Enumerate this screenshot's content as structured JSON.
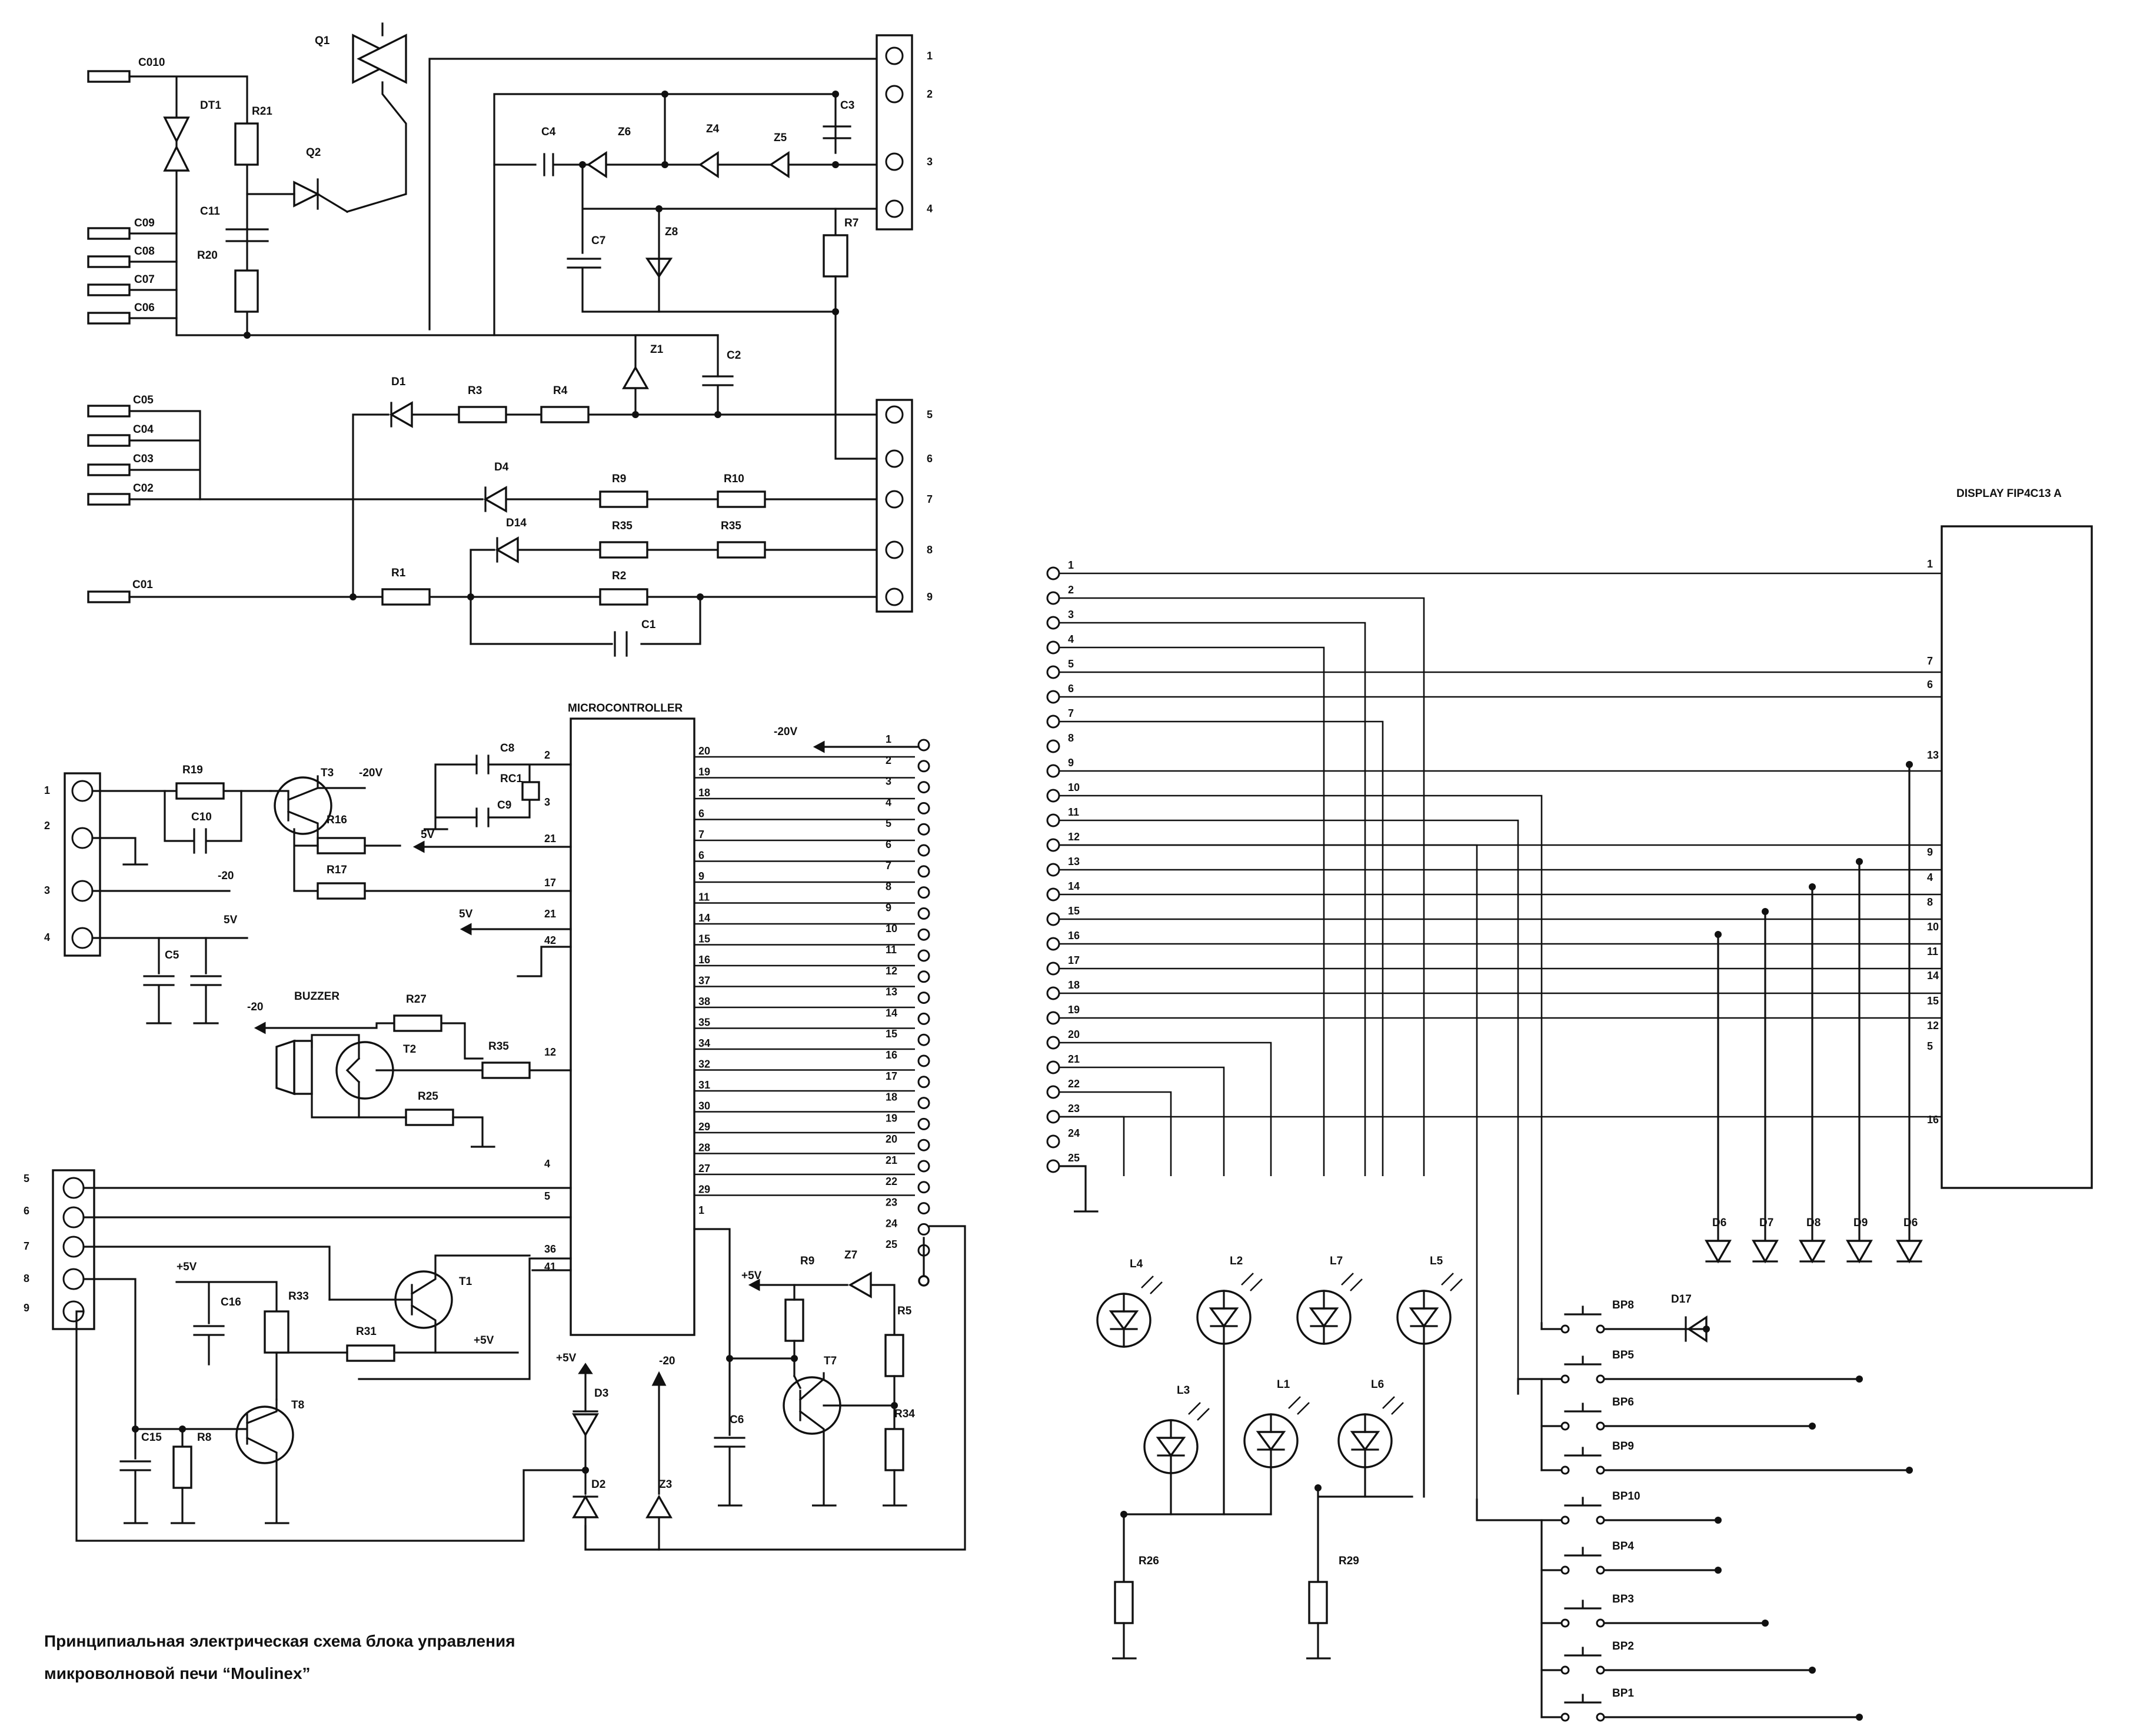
{
  "caption": {
    "line1": "Принципиальная электрическая схема блока управления",
    "line2": "микроволновой печи “Moulinex”"
  },
  "mcu": {
    "title": "MICROCONTROLLER",
    "left_pins": [
      "2",
      "3",
      "21",
      "17",
      "21",
      "42",
      "12",
      "4",
      "5",
      "36",
      "41"
    ],
    "right_pins": [
      "20",
      "19",
      "18",
      "6",
      "7",
      "6",
      "9",
      "11",
      "14",
      "15",
      "16",
      "37",
      "38",
      "35",
      "34",
      "32",
      "31",
      "30",
      "29",
      "28",
      "27",
      "29",
      "1"
    ]
  },
  "mcu_connector": {
    "pins": [
      "1",
      "2",
      "3",
      "4",
      "5",
      "6",
      "7",
      "8",
      "9",
      "10",
      "11",
      "12",
      "13",
      "14",
      "15",
      "16",
      "17",
      "18",
      "19",
      "20",
      "21",
      "22",
      "23",
      "24",
      "25"
    ]
  },
  "display": {
    "title": "DISPLAY FIP4C13 A",
    "pins": [
      "1",
      "7",
      "6",
      "13",
      "9",
      "4",
      "8",
      "10",
      "11",
      "14",
      "15",
      "12",
      "5",
      "16"
    ]
  },
  "left_connector": {
    "pins": [
      "1",
      "2",
      "3",
      "4",
      "5",
      "6",
      "7",
      "8",
      "9",
      "10",
      "11",
      "12",
      "13",
      "14",
      "15",
      "16",
      "17",
      "18",
      "19",
      "20",
      "21",
      "22",
      "23",
      "24",
      "25"
    ]
  },
  "power_connector": {
    "pins": [
      "1",
      "2",
      "3",
      "4",
      "5",
      "6",
      "7",
      "8",
      "9"
    ]
  },
  "mid_connector_a": {
    "pins": [
      "1",
      "2",
      "3",
      "4"
    ]
  },
  "mid_connector_b": {
    "pins": [
      "5",
      "6",
      "7",
      "8",
      "9"
    ]
  },
  "voltages": {
    "neg20": "-20V",
    "neg20b": "-20",
    "pos5": "5V",
    "pos5b": "+5V"
  },
  "labels": {
    "C010": "C010",
    "C09": "C09",
    "C08": "C08",
    "C07": "C07",
    "C06": "C06",
    "C05": "C05",
    "C04": "C04",
    "C03": "C03",
    "C02": "C02",
    "C01": "C01",
    "Q1": "Q1",
    "Q2": "Q2",
    "DT1": "DT1",
    "R21": "R21",
    "C11": "C11",
    "R20": "R20",
    "C3": "C3",
    "C4": "C4",
    "Z6": "Z6",
    "Z4": "Z4",
    "Z5": "Z5",
    "C7": "C7",
    "Z8": "Z8",
    "R7": "R7",
    "Z1": "Z1",
    "C2": "C2",
    "D1": "D1",
    "R3": "R3",
    "R4": "R4",
    "D4": "D4",
    "R9": "R9",
    "R10": "R10",
    "D14": "D14",
    "R35": "R35",
    "R35b": "R35",
    "R1": "R1",
    "R2": "R2",
    "C1": "C1",
    "R19": "R19",
    "C10": "C10",
    "T3": "T3",
    "R16": "R16",
    "R17": "R17",
    "C5": "C5",
    "C8": "C8",
    "RC1": "RC1",
    "C9": "C9",
    "BUZZER": "BUZZER",
    "R27": "R27",
    "T2": "T2",
    "R35c": "R35",
    "R25": "R25",
    "T1": "T1",
    "R33": "R33",
    "C16": "C16",
    "R31": "R31",
    "T8": "T8",
    "C15": "C15",
    "R8": "R8",
    "D3": "D3",
    "D2": "D2",
    "Z3": "Z3",
    "R9b": "R9",
    "Z7": "Z7",
    "R5": "R5",
    "T7": "T7",
    "C6": "C6",
    "R34": "R34",
    "L4": "L4",
    "L2": "L2",
    "L7": "L7",
    "L5": "L5",
    "L3": "L3",
    "L1": "L1",
    "L6": "L6",
    "R26": "R26",
    "R29": "R29",
    "D6": "D6",
    "D7": "D7",
    "D8": "D8",
    "D9": "D9",
    "D6b": "D6",
    "D17": "D17",
    "BP8": "BP8",
    "BP5": "BP5",
    "BP6": "BP6",
    "BP9": "BP9",
    "BP10": "BP10",
    "BP4": "BP4",
    "BP3": "BP3",
    "BP2": "BP2",
    "BP1": "BP1"
  }
}
